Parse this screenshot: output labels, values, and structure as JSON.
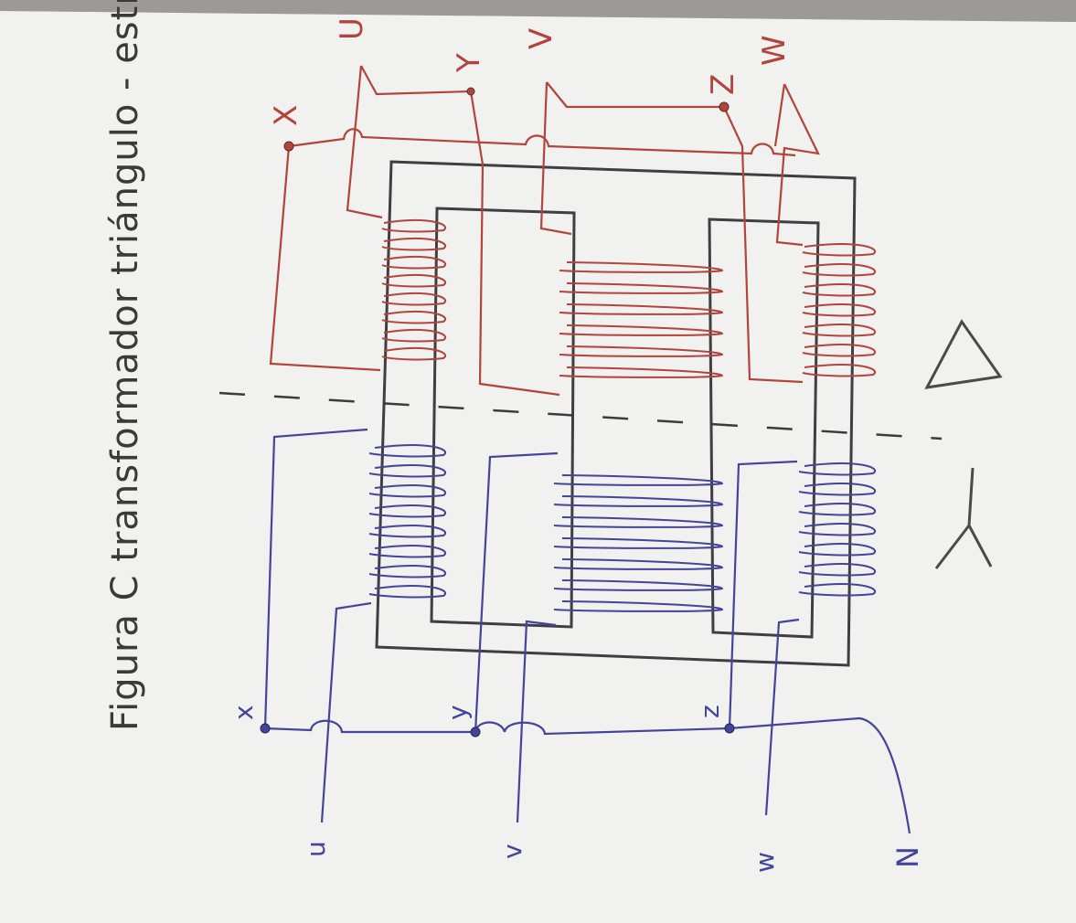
{
  "figure": {
    "caption": "Figura C transformador triángulo - estrella"
  },
  "colors": {
    "paper": "#f1f1ef",
    "core": "#3e3e44",
    "primary_ink": "#b2433d",
    "secondary_ink": "#44449a",
    "pencil": "#4a4a4a"
  },
  "primary": {
    "terminals_top": [
      "U",
      "V",
      "W"
    ],
    "node_labels": [
      "X",
      "Y",
      "Z"
    ],
    "connection_symbol": "Δ"
  },
  "secondary": {
    "node_labels": [
      "x",
      "y",
      "z"
    ],
    "terminals_bottom": [
      "u",
      "v",
      "w"
    ],
    "neutral_label": "N",
    "connection_symbol": "Y"
  }
}
